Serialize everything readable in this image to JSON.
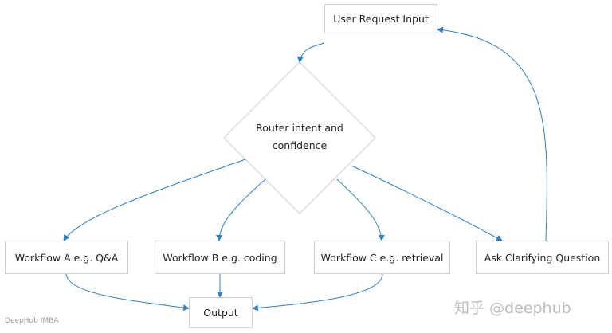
{
  "nodes": {
    "user_request": "User Request Input",
    "router": "Router intent and confidence",
    "workflow_a": "Workflow A e.g. Q&A",
    "workflow_b": "Workflow B e.g. coding",
    "workflow_c": "Workflow C e.g. retrieval",
    "ask_clarifying": "Ask Clarifying Question",
    "output": "Output"
  },
  "footer": {
    "credit": "DeepHub IMBA"
  },
  "watermark": {
    "text": "知乎 @deephub"
  },
  "colors": {
    "edge": "#2f7fc1",
    "box_border": "#cfcfcf"
  }
}
